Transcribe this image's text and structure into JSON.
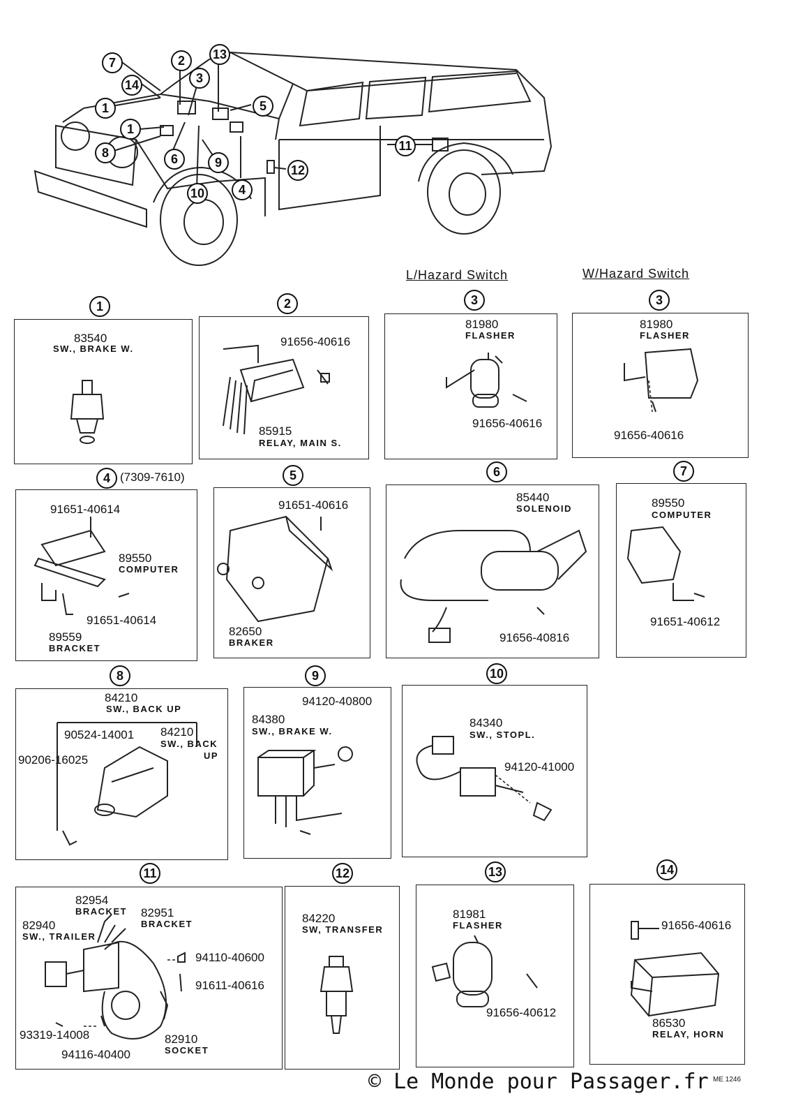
{
  "vehicle_callouts": [
    "7",
    "2",
    "3",
    "13",
    "14",
    "1",
    "1",
    "5",
    "8",
    "6",
    "9",
    "11",
    "12",
    "10",
    "4"
  ],
  "headers": {
    "l_hazard": "L/Hazard Switch",
    "w_hazard": "W/Hazard Switch"
  },
  "panels": {
    "p1": {
      "circle": "1",
      "part": "83540",
      "desc": "SW., BRAKE W."
    },
    "p2": {
      "circle": "2",
      "bolt": "91656-40616",
      "part": "85915",
      "desc": "RELAY, MAIN S."
    },
    "p3a": {
      "circle": "3",
      "part": "81980",
      "desc": "FLASHER",
      "bolt": "91656-40616"
    },
    "p3b": {
      "circle": "3",
      "part": "81980",
      "desc": "FLASHER",
      "bolt": "91656-40616"
    },
    "p4": {
      "circle": "4",
      "range": "(7309-7610)",
      "bolt1": "91651-40614",
      "part": "89550",
      "desc": "COMPUTER",
      "bolt2": "91651-40614",
      "bracket": "89559",
      "bracket_desc": "BRACKET"
    },
    "p5": {
      "circle": "5",
      "bolt": "91651-40616",
      "part": "82650",
      "desc": "BRAKER"
    },
    "p6": {
      "circle": "6",
      "part": "85440",
      "desc": "SOLENOID",
      "bolt": "91656-40816"
    },
    "p7": {
      "circle": "7",
      "part": "89550",
      "desc": "COMPUTER",
      "bolt": "91651-40612"
    },
    "p8": {
      "circle": "8",
      "part": "84210",
      "desc": "SW., BACK UP",
      "p2": "90524-14001",
      "p3": "84210",
      "p3_desc1": "SW., BACK",
      "p3_desc2": "UP",
      "p4": "90206-16025"
    },
    "p9": {
      "circle": "9",
      "nut": "94120-40800",
      "part": "84380",
      "desc": "SW., BRAKE W."
    },
    "p10": {
      "circle": "10",
      "part": "84340",
      "desc": "SW., STOPL.",
      "nut": "94120-41000"
    },
    "p11": {
      "circle": "11",
      "b1": "82954",
      "b1_desc": "BRACKET",
      "b2": "82951",
      "b2_desc": "BRACKET",
      "sw": "82940",
      "sw_desc": "SW., TRAILER",
      "n1": "94110-40600",
      "n2": "91611-40616",
      "n3": "93319-14008",
      "n4": "94116-40400",
      "sock": "82910",
      "sock_desc": "SOCKET"
    },
    "p12": {
      "circle": "12",
      "part": "84220",
      "desc": "SW, TRANSFER"
    },
    "p13": {
      "circle": "13",
      "part": "81981",
      "desc": "FLASHER",
      "bolt": "91656-40612"
    },
    "p14": {
      "circle": "14",
      "bolt": "91656-40616",
      "part": "86530",
      "desc": "RELAY, HORN"
    }
  },
  "code": "ME 1246",
  "watermark": "© Le Monde pour Passager.fr"
}
